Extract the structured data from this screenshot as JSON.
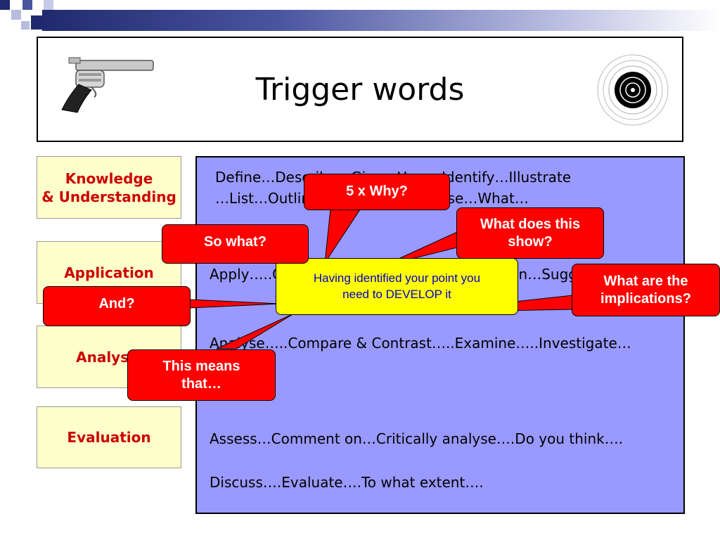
{
  "title": "Trigger words",
  "categories": [
    {
      "label_line1": "Knowledge",
      "label_line2": "& Understanding"
    },
    {
      "label": "Application"
    },
    {
      "label": "Analysis"
    },
    {
      "label": "Evaluation"
    }
  ],
  "panel": {
    "knowledge_line1": "Define…Describe…Give…How…Identify…Illustrate",
    "knowledge_line2": "…List…Outline…State…Summarise…What…",
    "application_line": "Apply…..Calculate…..Demonstrate…..Explain…Suggest",
    "analysis_line": "Analyse…..Compare & Contrast…..Examine…..Investigate…",
    "evaluation_line1": "Assess…Comment on…Critically analyse….Do you think….",
    "evaluation_line2": "Discuss….Evaluate….To what extent…."
  },
  "center_note": {
    "line1": "Having identified your point you",
    "line2": "need to DEVELOP it"
  },
  "callouts": {
    "five_why": "5 x Why?",
    "what_does_show_1": "What does this",
    "what_does_show_2": "show?",
    "so_what": "So what?",
    "implications_1": "What are the",
    "implications_2": "implications?",
    "and": "And?",
    "this_means_1": "This means",
    "this_means_2": "that…"
  },
  "colors": {
    "panel": "#9999ff",
    "callout": "#ff0000",
    "center_note": "#ffff00",
    "category_bg": "#ffffcc",
    "category_text": "#cc0000"
  },
  "icons": [
    "revolver-icon",
    "shooting-target-icon"
  ]
}
